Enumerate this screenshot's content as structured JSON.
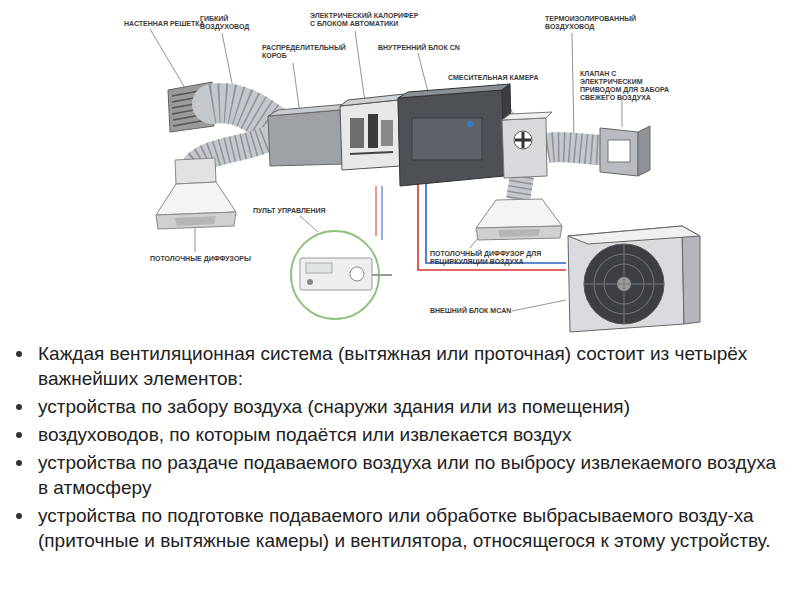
{
  "diagram": {
    "labels": [
      "НАСТЕННАЯ РЕШЕТКА",
      "ГИБКИЙ ВОЗДУХОВОД",
      "ЭЛЕКТРИЧЕСКИЙ КАЛОРИФЕР С БЛОКОМ АВТОМАТИКИ",
      "РАСПРЕДЕЛИТЕЛЬНЫЙ КОРОБ",
      "ВНУТРЕННИЙ БЛОК CN",
      "ТЕРМОИЗОЛИРОВАННЫЙ ВОЗДУХОВОД",
      "СМЕСИТЕЛЬНАЯ КАМЕРА",
      "КЛАПАН С ЭЛЕКТРИЧЕСКИМ ПРИВОДОМ ДЛЯ ЗАБОРА СВЕЖЕГО ВОЗДУХА",
      "ПУЛЬТ УПРАВЛЕНИЯ",
      "ПОТОЛОЧНЫЕ ДИФФУЗОРЫ",
      "ПОТОЛОЧНЫЙ ДИФФУЗОР ДЛЯ РЕЦИРКУЛЯЦИИ ВОЗДУХА",
      "ВНЕШНИЙ БЛОК MCAN",
      "Каждая вентиляционная система (вытяжная или проточная) состоит из четырёх важнейших элементов:",
      "устройства по забору воздуха (снаружи здания или из помещения)",
      "воздуховодов,  по которым подаётся или извлекается воздух",
      "устройства по раздаче подаваемого воздуха или по выбросу извлекаемого воздуха в атмосферу",
      "устройства по подготовке подаваемого или обработке выбрасываемого возду-ха (приточные и вытяжные камеры) и вентилятора, относящегося к этому устройству."
    ]
  }
}
